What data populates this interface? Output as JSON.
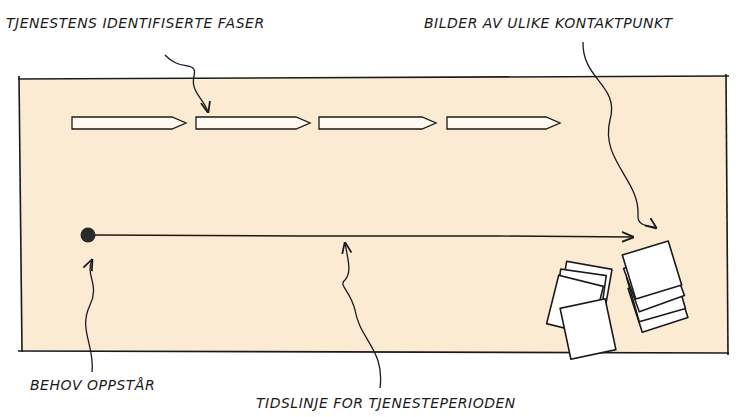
{
  "diagram": {
    "labels": [
      "TJENESTENS IDENTIFISERTE FASER",
      "BILDER AV ULIKE KONTAKTPUNKT",
      "BEHOV OPPSTÅR",
      "TIDSLINJE FOR TJENESTEPERIODEN"
    ]
  }
}
